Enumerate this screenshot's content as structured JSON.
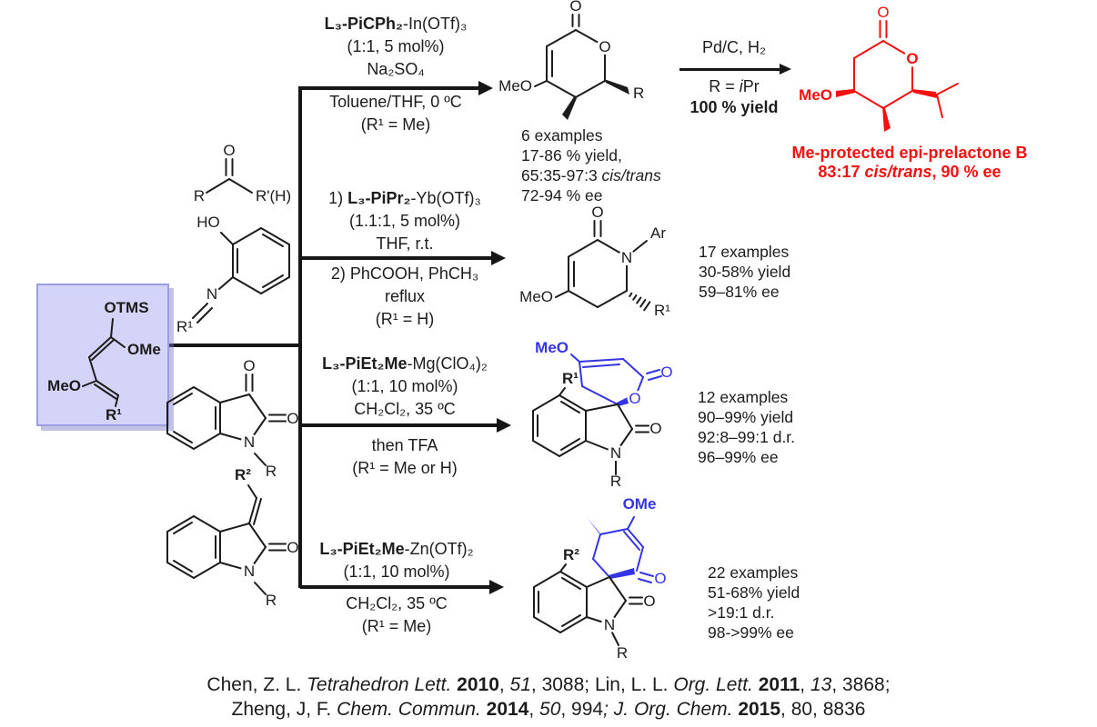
{
  "scheme": {
    "colors": {
      "blue": "#3434e4",
      "red": "#f21010",
      "box_fill": "#d4d4f8",
      "box_border": "#9d9de4"
    },
    "diene": {
      "otms": "OTMS",
      "ome": "OMe",
      "meo": "MeO",
      "r1": "R¹"
    },
    "substrates": {
      "ketone": {
        "o": "O",
        "r": "R",
        "rprime": "R'(H)"
      },
      "imine": {
        "ho": "HO",
        "n": "N",
        "r1": "R¹"
      },
      "isatin": {
        "o3": "O",
        "o2": "O",
        "n": "N",
        "r": "R"
      },
      "alkylidene": {
        "r2": "R²",
        "o2": "O",
        "n": "N",
        "r": "R"
      }
    },
    "reactions": [
      {
        "above": [
          [
            {
              "t": "L₃-PiCPh₂",
              "b": 1
            },
            {
              "t": "-In(OTf)₃"
            }
          ],
          [
            {
              "t": "(1:1, 5 mol%)"
            }
          ],
          [
            {
              "t": "Na₂SO₄"
            }
          ]
        ],
        "below": [
          [
            {
              "t": "Toluene/THF,  0 ºC"
            }
          ],
          [
            {
              "t": "(R¹ = Me)"
            }
          ]
        ]
      },
      {
        "above": [
          [
            {
              "t": "1) "
            },
            {
              "t": "L₃-PiPr₂",
              "b": 1
            },
            {
              "t": "-Yb(OTf)₃"
            }
          ],
          [
            {
              "t": "(1.1:1, 5 mol%)"
            }
          ],
          [
            {
              "t": "THF, r.t."
            }
          ]
        ],
        "below": [
          [
            {
              "t": "2) PhCOOH, PhCH₃"
            }
          ],
          [
            {
              "t": "reflux"
            }
          ],
          [
            {
              "t": "(R¹ = H)"
            }
          ]
        ]
      },
      {
        "above": [
          [
            {
              "t": "L₃-PiEt₂Me",
              "b": 1
            },
            {
              "t": "-Mg(ClO₄)₂"
            }
          ],
          [
            {
              "t": "(1:1, 10 mol%)"
            }
          ],
          [
            {
              "t": "CH₂Cl₂, 35 ºC"
            }
          ]
        ],
        "below": [
          [
            {
              "t": "then TFA"
            }
          ],
          [
            {
              "t": "(R¹ = Me or H)"
            }
          ]
        ]
      },
      {
        "above": [
          [
            {
              "t": "L₃-PiEt₂Me",
              "b": 1
            },
            {
              "t": "-Zn(OTf)₂"
            }
          ],
          [
            {
              "t": "(1:1, 10 mol%)"
            }
          ]
        ],
        "below": [
          [
            {
              "t": "CH₂Cl₂, 35 ºC"
            }
          ],
          [
            {
              "t": "(R¹ = Me)"
            }
          ]
        ]
      }
    ],
    "hydrogenation": {
      "above": [
        [
          {
            "t": "Pd/C, H₂"
          }
        ]
      ],
      "below": [
        [
          {
            "t": "R = "
          },
          {
            "t": "i",
            "i": 1
          },
          {
            "t": "Pr"
          }
        ],
        [
          {
            "t": "100 % yield",
            "b": 1
          }
        ]
      ]
    },
    "products": [
      {
        "labels": {
          "o_carbonyl": "O",
          "o_ring": "O",
          "meo": "MeO",
          "r": "R"
        },
        "results": [
          [
            {
              "t": "6 examples"
            }
          ],
          [
            {
              "t": "17-86 % yield,"
            }
          ],
          [
            {
              "t": "65:35-97:3 "
            },
            {
              "t": "cis/trans",
              "i": 1
            }
          ],
          [
            {
              "t": "72-94 % ee"
            }
          ]
        ]
      },
      {
        "labels": {
          "o": "O",
          "n": "N",
          "ar": "Ar",
          "meo": "MeO",
          "r1": "R¹"
        },
        "results": [
          [
            {
              "t": "17 examples"
            }
          ],
          [
            {
              "t": "30-58% yield"
            }
          ],
          [
            {
              "t": "59–81% ee"
            }
          ]
        ]
      },
      {
        "labels": {
          "meo": "MeO",
          "o_lactone": "O",
          "o_ring": "O",
          "r1": "R¹",
          "o_amide": "O",
          "n": "N",
          "r": "R"
        },
        "results": [
          [
            {
              "t": "12 examples"
            }
          ],
          [
            {
              "t": "90–99% yield"
            }
          ],
          [
            {
              "t": "92:8–99:1 d.r."
            }
          ],
          [
            {
              "t": "96–99% ee"
            }
          ]
        ]
      },
      {
        "labels": {
          "ome": "OMe",
          "o_ketone": "O",
          "r2": "R²",
          "o_amide": "O",
          "n": "N",
          "r": "R"
        },
        "results": [
          [
            {
              "t": "22 examples"
            }
          ],
          [
            {
              "t": "51-68% yield"
            }
          ],
          [
            {
              "t": ">19:1 d.r."
            }
          ],
          [
            {
              "t": "98->99% ee"
            }
          ]
        ]
      }
    ],
    "final_product": {
      "labels": {
        "o_carbonyl": "O",
        "o_ring": "O",
        "meo": "MeO"
      },
      "caption": [
        [
          {
            "t": "Me-protected epi-prelactone B"
          }
        ],
        [
          {
            "t": "83:17 "
          },
          {
            "t": "cis/trans",
            "i": 1
          },
          {
            "t": ", 90 % ee"
          }
        ]
      ]
    },
    "citation": [
      [
        {
          "t": "Chen, Z. L. "
        },
        {
          "t": "Tetrahedron Lett. ",
          "i": 1
        },
        {
          "t": "2010",
          "b": 1
        },
        {
          "t": ", "
        },
        {
          "t": "51",
          "i": 1
        },
        {
          "t": ", 3088; Lin, L. L. "
        },
        {
          "t": "Org. Lett. ",
          "i": 1
        },
        {
          "t": "2011",
          "b": 1
        },
        {
          "t": ", "
        },
        {
          "t": "13",
          "i": 1
        },
        {
          "t": ", 3868;"
        }
      ],
      [
        {
          "t": "Zheng, J, F. "
        },
        {
          "t": "Chem. Commun. ",
          "i": 1
        },
        {
          "t": "2014",
          "b": 1
        },
        {
          "t": ", "
        },
        {
          "t": "50",
          "i": 1
        },
        {
          "t": ", 994"
        },
        {
          "t": "; ",
          "i": 1
        },
        {
          "t": "J. Org. Chem. ",
          "i": 1
        },
        {
          "t": "2015",
          "b": 1
        },
        {
          "t": ", 80, 8836"
        }
      ]
    ]
  }
}
